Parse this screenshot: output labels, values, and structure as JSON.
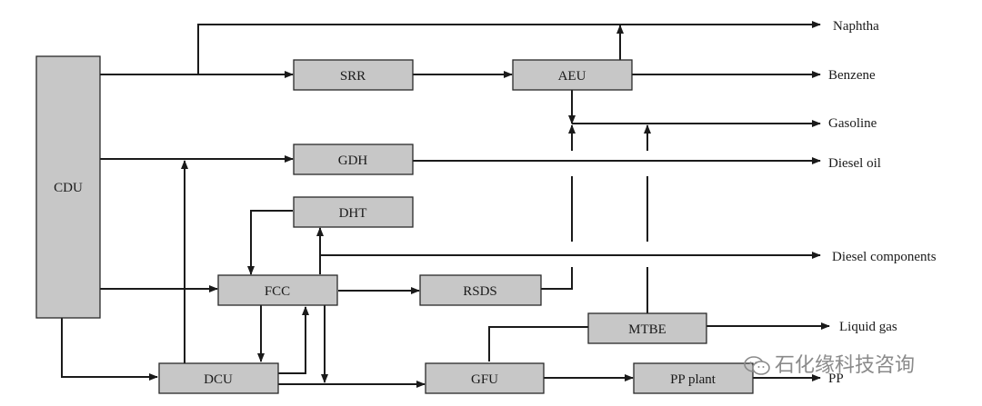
{
  "units": {
    "cdu": "CDU",
    "srr": "SRR",
    "aeu": "AEU",
    "gdh": "GDH",
    "dht": "DHT",
    "fcc": "FCC",
    "rsds": "RSDS",
    "mtbe": "MTBE",
    "dcu": "DCU",
    "gfu": "GFU",
    "pp_plant": "PP plant"
  },
  "products": {
    "naphtha": "Naphtha",
    "benzene": "Benzene",
    "gasoline": "Gasoline",
    "diesel_oil": "Diesel oil",
    "diesel_components": "Diesel components",
    "liquid_gas": "Liquid gas",
    "pp": "PP"
  },
  "watermark": {
    "text": "石化缘科技咨询",
    "icon": "wechat-icon"
  }
}
